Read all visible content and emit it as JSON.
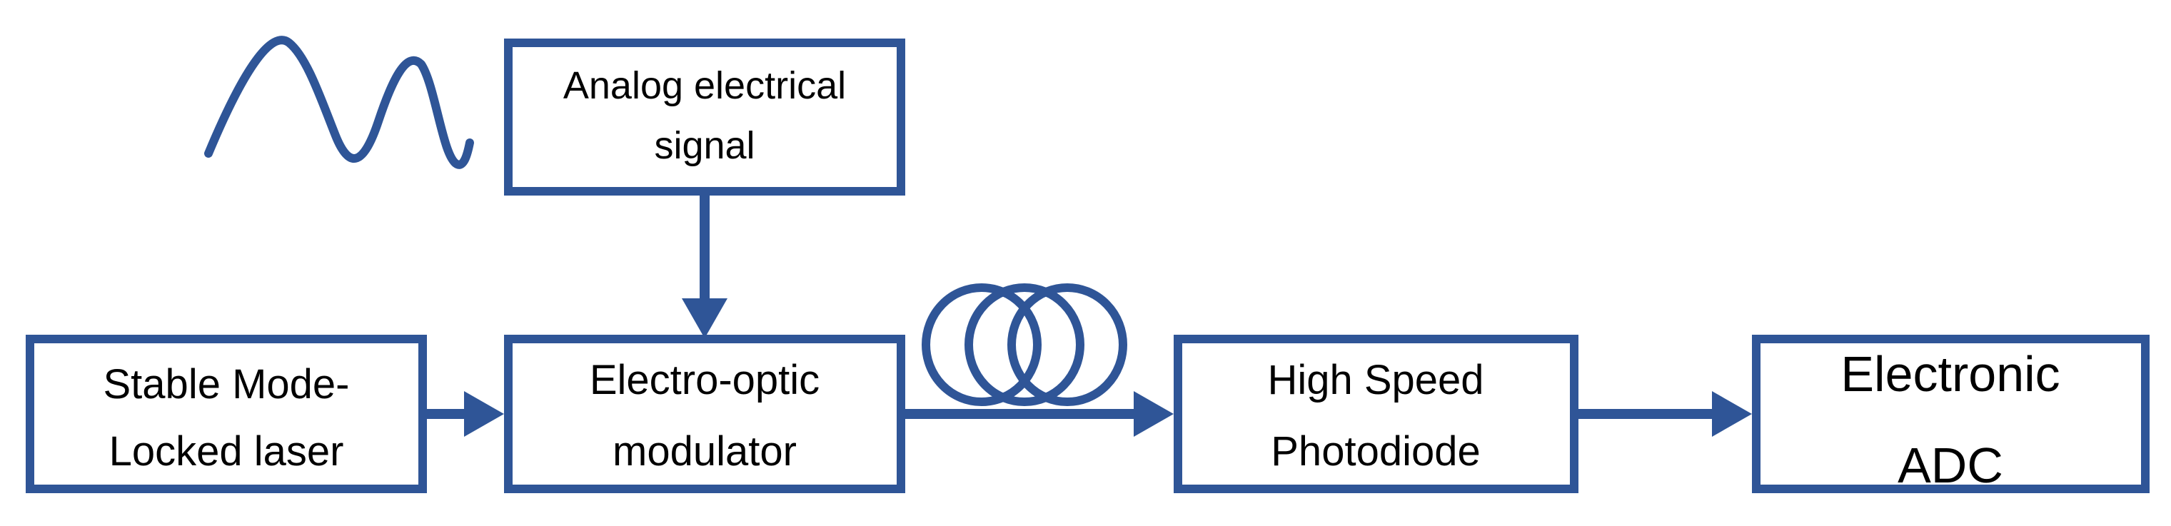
{
  "colors": {
    "stroke": "#2f5597",
    "text": "#000000",
    "background": "#ffffff"
  },
  "blocks": {
    "signal": {
      "line1": "Analog electrical",
      "line2": "signal"
    },
    "laser": {
      "line1": "Stable Mode-",
      "line2": "Locked laser"
    },
    "modulator": {
      "line1": "Electro-optic",
      "line2": "modulator"
    },
    "photodiode": {
      "line1": "High Speed",
      "line2": "Photodiode"
    },
    "adc": {
      "line1": "Electronic",
      "line2": "ADC"
    }
  },
  "icons": {
    "waveform": "sine-wave-icon",
    "fiber": "fiber-coil-icon"
  }
}
